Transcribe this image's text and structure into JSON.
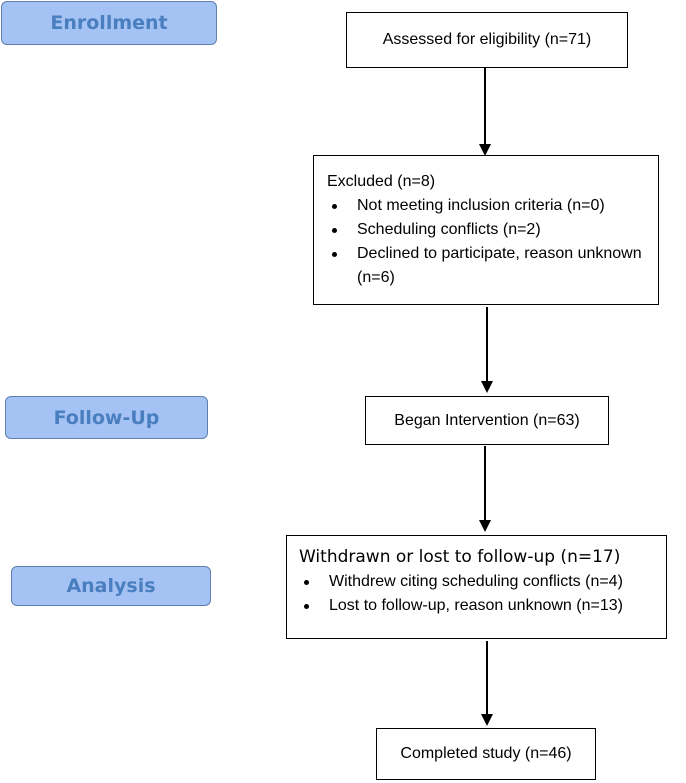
{
  "stages": {
    "enrollment": "Enrollment",
    "follow_up": "Follow-Up",
    "analysis": "Analysis"
  },
  "boxes": {
    "assessed": "Assessed for eligibility (n=71)",
    "excluded": {
      "title": "Excluded (n=8)",
      "items": [
        "Not meeting inclusion criteria (n=0)",
        "Scheduling conflicts (n=2)",
        "Declined to participate, reason unknown (n=6)"
      ]
    },
    "began": "Began Intervention (n=63)",
    "withdrawn": {
      "title": "Withdrawn or lost to follow-up (n=17)",
      "items": [
        "Withdrew citing scheduling conflicts (n=4)",
        "Lost to follow-up, reason unknown (n=13)"
      ]
    },
    "completed": "Completed study (n=46)"
  },
  "colors": {
    "stage_fill": "#a4c2f4",
    "stage_text": "#4a7fbf"
  }
}
